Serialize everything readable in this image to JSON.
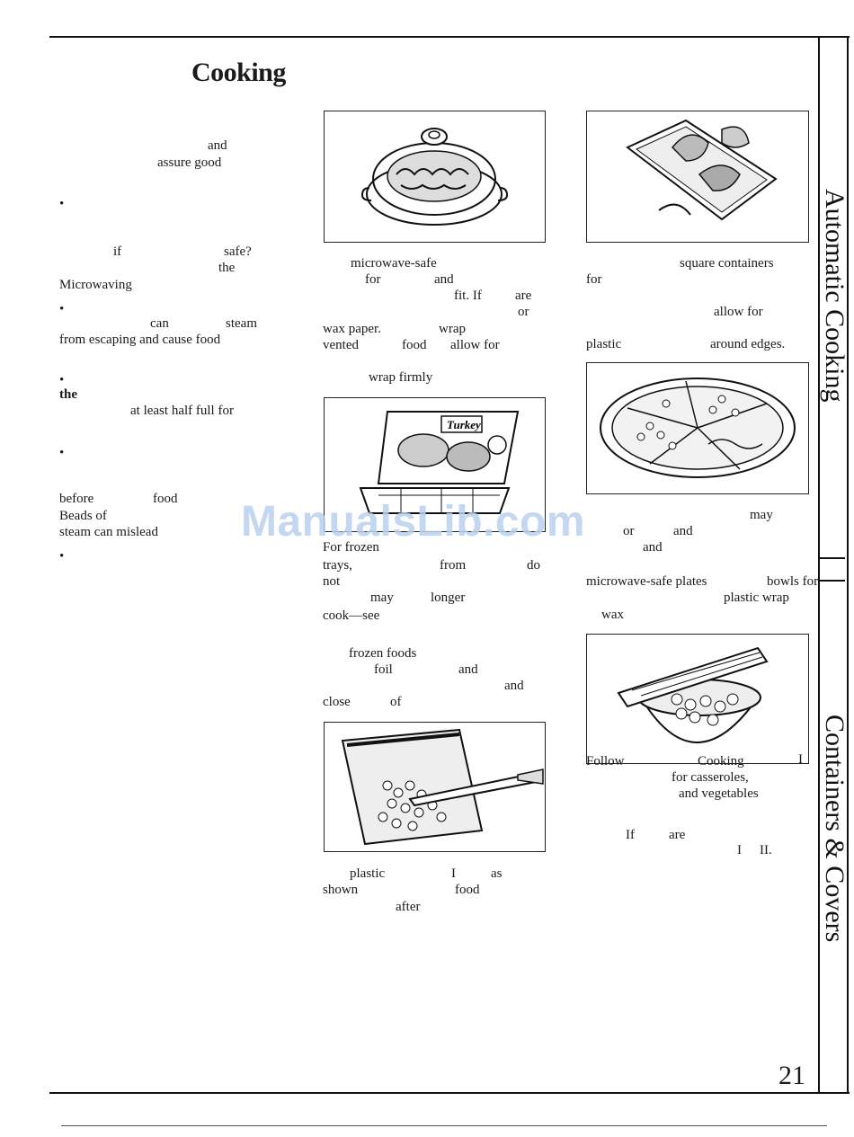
{
  "page": {
    "title": "Cooking",
    "page_number": "21",
    "watermark": "ManualsLib.com"
  },
  "side_tabs": {
    "upper": "Automatic Cooking",
    "lower": "Containers & Covers"
  },
  "left_column": [
    "and",
    "assure good",
    "•",
    "if",
    "safe?",
    "the",
    "Microwaving",
    "•",
    "can",
    "steam",
    "from escaping and cause food",
    "•",
    "the",
    "at least half full for",
    "•",
    "before",
    "food",
    "Beads of",
    "steam can mislead",
    "•"
  ],
  "middle_column": {
    "caption1": [
      "microwave-safe",
      "for",
      "and",
      "fit. If",
      "are",
      "or",
      "wax paper.",
      "wrap",
      "vented",
      "food",
      "allow for",
      "wrap firmly"
    ],
    "caption2": [
      "For frozen",
      "trays,",
      "from",
      "do",
      "not",
      "may",
      "longer",
      "cook—see",
      "frozen foods",
      "foil",
      "and",
      "and",
      "close",
      "of"
    ],
    "caption3": [
      "plastic",
      "I",
      "as",
      "shown",
      "food",
      "after"
    ]
  },
  "right_column": {
    "caption1": [
      "square containers",
      "for",
      "allow for",
      "plastic",
      "around edges."
    ],
    "caption2": [
      "may",
      "or",
      "and",
      "and",
      "microwave-safe plates",
      "bowls for",
      "plastic wrap",
      "wax"
    ],
    "caption3": [
      "Follow",
      "Cooking",
      "I",
      "for casseroles,",
      "and vegetables",
      "If",
      "are",
      "I",
      "II."
    ]
  },
  "figures": [
    "covered-casserole-dish-icon",
    "frozen-turkey-dinner-tray-icon",
    "pouch-slit-knife-icon",
    "square-dish-with-chicken-icon",
    "plate-covered-with-plastic-icon",
    "bowl-with-wax-paper-icon"
  ]
}
